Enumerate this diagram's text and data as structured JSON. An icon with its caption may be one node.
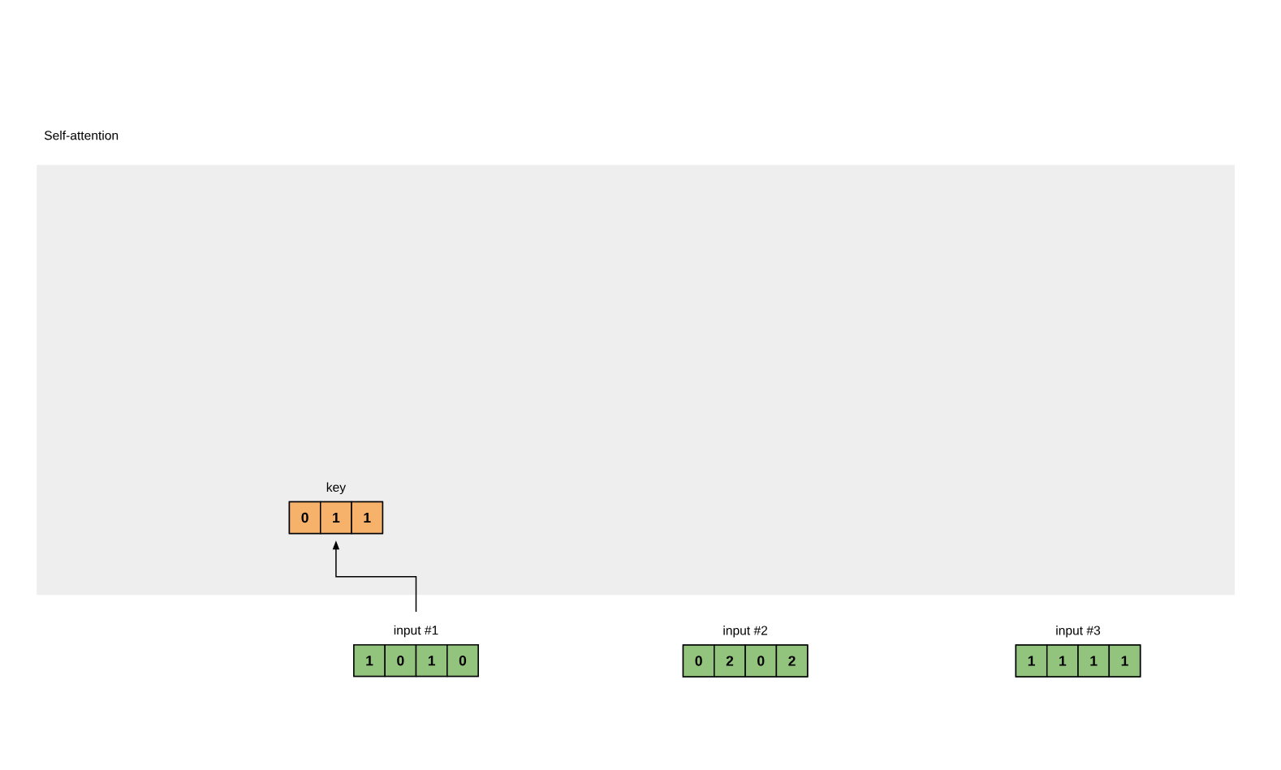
{
  "diagram": {
    "nodes": [
      {
        "text": [
          "Self-attention"
        ]
      },
      {
        "text": [
          "key"
        ],
        "in": 0
      },
      {
        "text": [
          "0"
        ],
        "in": 1
      },
      {
        "text": [
          "1"
        ],
        "in": 1
      },
      {
        "text": [
          "1"
        ],
        "in": 1
      },
      {
        "text": [
          "input #1"
        ]
      },
      {
        "text": [
          "1"
        ],
        "in": 5
      },
      {
        "text": [
          "0"
        ],
        "in": 5
      },
      {
        "text": [
          "1"
        ],
        "in": 5
      },
      {
        "text": [
          "0"
        ],
        "in": 5
      },
      {
        "text": [
          "input #2"
        ]
      },
      {
        "text": [
          "0"
        ],
        "in": 10
      },
      {
        "text": [
          "2"
        ],
        "in": 10
      },
      {
        "text": [
          "0"
        ],
        "in": 10
      },
      {
        "text": [
          "2"
        ],
        "in": 10
      },
      {
        "text": [
          "input #3"
        ]
      },
      {
        "text": [
          "1"
        ],
        "in": 15
      },
      {
        "text": [
          "1"
        ],
        "in": 15
      },
      {
        "text": [
          "1"
        ],
        "in": 15
      },
      {
        "text": [
          "1"
        ],
        "in": 15
      }
    ],
    "edges": [
      {
        "from": 5,
        "to": 1,
        "arrow": "to"
      }
    ]
  }
}
